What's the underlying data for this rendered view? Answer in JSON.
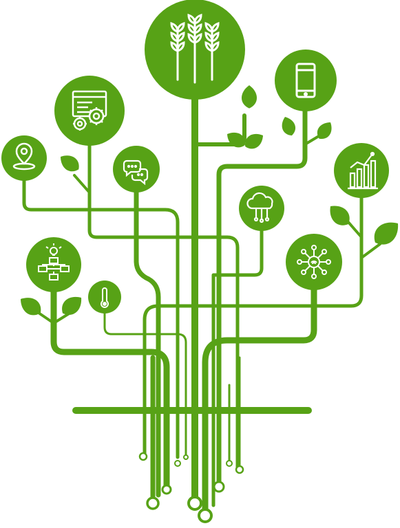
{
  "theme": {
    "green": "#57A216",
    "icon_color": "#FFFFFF",
    "background": "#FFFFFF"
  },
  "nodes": [
    {
      "id": "agriculture",
      "icon": "wheat-icon"
    },
    {
      "id": "mobile",
      "icon": "smartphone-icon"
    },
    {
      "id": "automation",
      "icon": "browser-gears-icon"
    },
    {
      "id": "location",
      "icon": "map-pin-icon"
    },
    {
      "id": "communication",
      "icon": "chat-bubbles-icon"
    },
    {
      "id": "analytics",
      "icon": "bar-chart-icon"
    },
    {
      "id": "cloud",
      "icon": "cloud-network-icon"
    },
    {
      "id": "innovation",
      "icon": "idea-flowchart-icon"
    },
    {
      "id": "sensors",
      "icon": "thermometer-icon"
    },
    {
      "id": "connectivity",
      "icon": "wifi-hub-network-icon"
    }
  ]
}
